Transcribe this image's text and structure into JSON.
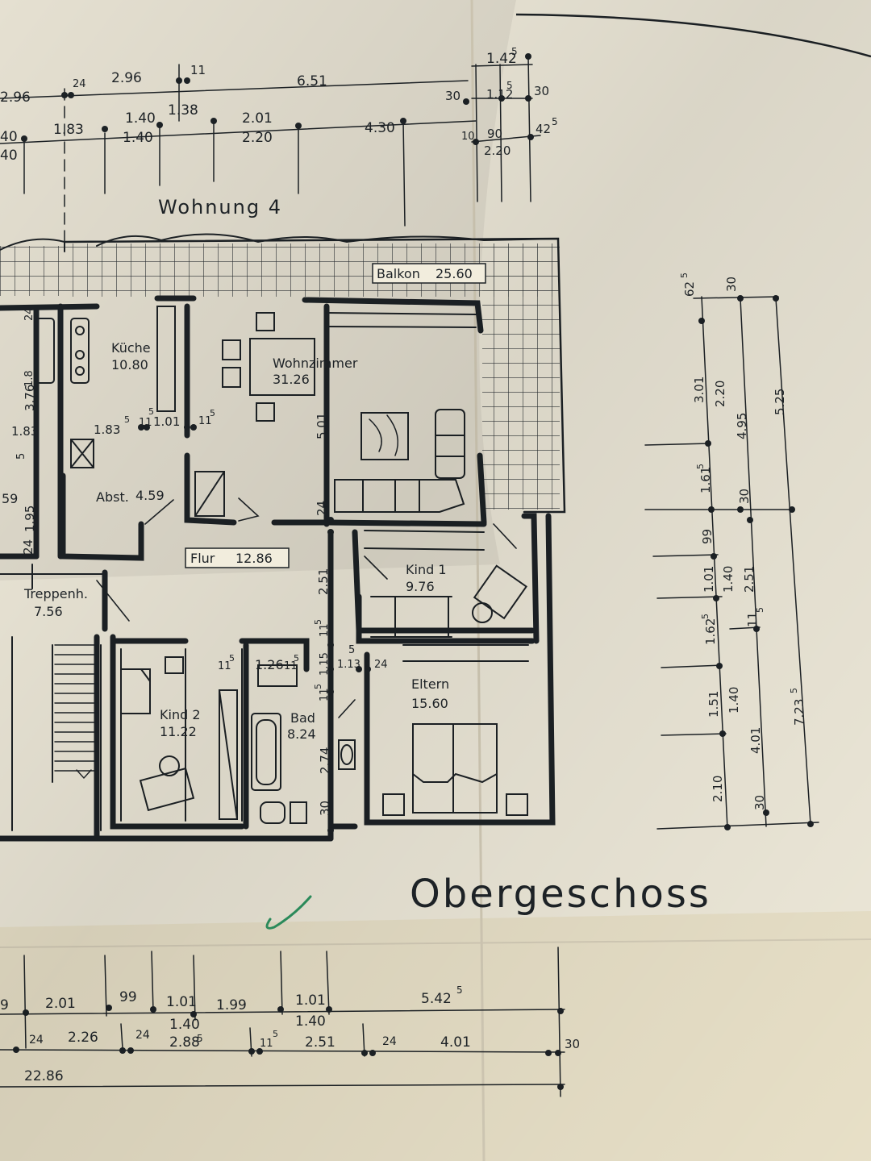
{
  "drawing": {
    "title": "Obergeschoss",
    "unit_label": "Wohnung 4"
  },
  "rooms": {
    "balkon": {
      "name": "Balkon",
      "area": "25.60"
    },
    "kueche": {
      "name": "Küche",
      "area": "10.80"
    },
    "wohnzimmer": {
      "name": "Wohnzimmer",
      "area": "31.26"
    },
    "abst": {
      "name": "Abst.",
      "area": "4.59"
    },
    "flur": {
      "name": "Flur",
      "area": "12.86"
    },
    "treppenhaus": {
      "name": "Treppenh.",
      "area": "7.56"
    },
    "kind1": {
      "name": "Kind 1",
      "area": "9.76"
    },
    "eltern": {
      "name": "Eltern",
      "area": "15.60"
    },
    "kind2": {
      "name": "Kind 2",
      "area": "11.22"
    },
    "bad": {
      "name": "Bad",
      "area": "8.24"
    },
    "wc": {
      "area": "1.26"
    },
    "left_small": {
      "area": "59"
    }
  },
  "dims_top": {
    "row1": [
      "2.96",
      "24",
      "2.96",
      "11",
      "6.51",
      "1.42",
      "5"
    ],
    "row2": [
      "30",
      "1.12",
      "5",
      "30"
    ],
    "row3": [
      "40",
      "1.83",
      "1.40",
      "1.38",
      "2.01",
      "4.30",
      "10",
      "90",
      "42",
      "5"
    ],
    "row4": [
      "40",
      "1.40",
      "2.20",
      "2.20"
    ]
  },
  "dims_right": {
    "col1": [
      "62",
      "5",
      "3.01",
      "1.61",
      "5",
      "99",
      "1.01",
      "1.62",
      "5",
      "1.51",
      "2.10"
    ],
    "col2": [
      "2.20",
      "30",
      "1.40",
      "11",
      "5",
      "1.40",
      "30"
    ],
    "col3": [
      "30",
      "4.95",
      "2.51",
      "4.01"
    ],
    "col4": [
      "5.25",
      "7.23",
      "5"
    ]
  },
  "dims_inner": [
    "3.76",
    "1.83",
    "1.83",
    "5",
    "11",
    "5",
    "1.01",
    "11",
    "5",
    "5.01",
    "24",
    "2.51",
    "1.95",
    "24",
    "11",
    "5",
    "1.15",
    "11",
    "5",
    "1.13",
    "24",
    "2.74",
    "30",
    "11",
    "5",
    "11",
    "5",
    "5",
    "24",
    "1.8",
    "5"
  ],
  "dims_bottom": {
    "row1": [
      "9",
      "2.01",
      "99",
      "1.01",
      "1.99",
      "1.01",
      "5.42",
      "5"
    ],
    "row2": [
      "24",
      "2.26",
      "24",
      "1.40",
      "2.88",
      "5",
      "11",
      "5",
      "1.40",
      "2.51",
      "24",
      "4.01",
      "30"
    ],
    "row3": [
      "22.86"
    ]
  },
  "colors": {
    "paper": "#f2eddd",
    "ink": "#1d2226",
    "shadow": "#c9c1ad",
    "green_mark": "#2b8a5a",
    "background": "#3a3f38"
  }
}
